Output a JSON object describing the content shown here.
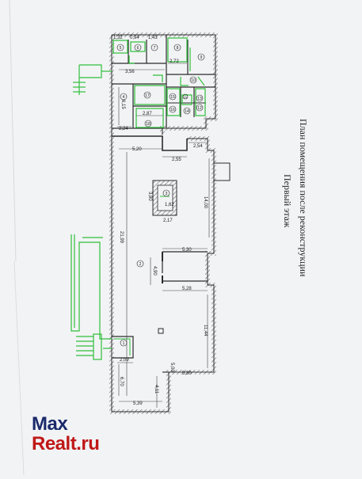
{
  "title": {
    "line1": "План помещения после реконструкции",
    "line2": "Первый этаж"
  },
  "watermark": {
    "line1": "Max",
    "line2": "Realt.ru"
  },
  "labels": {
    "d_132": "1,32",
    "d_094": "0,94",
    "d_143": "1,43",
    "d_356": "3,56",
    "d_272": "2,72",
    "d_287": "2,87",
    "d_224": "2,24",
    "d_615": "6,15",
    "d_520_top": "5,20",
    "d_254": "2,54",
    "d_255": "2,55",
    "d_380": "3,80",
    "d_162": "1,62",
    "d_217": "2,17",
    "d_1400": "14,00",
    "d_2199": "21,99",
    "d_530_a": "5,30",
    "d_490": "4,90",
    "d_528": "5,28",
    "d_1144": "11,44",
    "d_209": "2,09",
    "d_670": "6,70",
    "d_500": "5,00",
    "d_530_b": "5,30",
    "d_411": "4,11",
    "d_539": "5,39",
    "r1": "1",
    "r2": "2",
    "r3": "3",
    "r4": "4",
    "r5": "5",
    "r6": "6",
    "r7": "7",
    "r8": "8",
    "r9": "9",
    "r10": "10",
    "r11": "11",
    "r12": "12",
    "r13": "13",
    "r14": "14",
    "r15": "15",
    "r16": "16",
    "r17": "17",
    "r18": "18"
  },
  "colors": {
    "paper": "#f2f3f5",
    "wall": "#2b2b2b",
    "hatch": "#6a6a6a",
    "green": "#2fbf3a",
    "text": "#222222"
  }
}
